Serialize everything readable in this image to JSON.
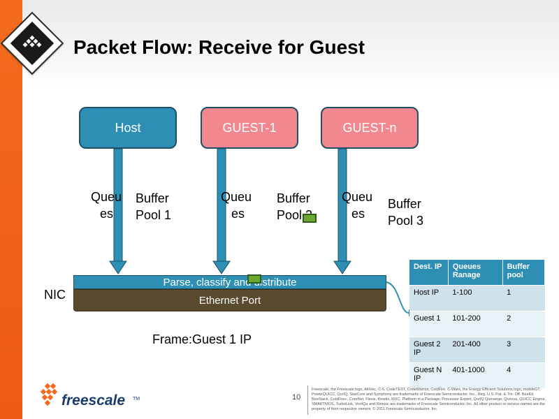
{
  "slide": {
    "title": "Packet Flow: Receive for Guest",
    "page_number": "10"
  },
  "diagram": {
    "boxes": {
      "host": "Host",
      "guest1": "GUEST-1",
      "guestn": "GUEST-n"
    },
    "queue_labels": {
      "host_line1": "Queu",
      "host_line2": "es",
      "guest1_line1": "Queu",
      "guest1_line2": "es",
      "guestn_line1": "Queu",
      "guestn_line2": "es"
    },
    "buffer_labels": {
      "pool1_line1": "Buffer",
      "pool1_line2": "Pool 1",
      "pool2_line1": "Buffer",
      "pool2_line2": "Pool 2",
      "pool3_line1": "Buffer",
      "pool3_line2": "Pool 3"
    },
    "nic_label": "NIC",
    "parse_bar": "Parse, classify and distribute",
    "ethernet_port": "Ethernet Port",
    "frame_label": "Frame:Guest 1 IP"
  },
  "table": {
    "headers": [
      "Dest. IP",
      "Queues Ranage",
      "Buffer pool"
    ],
    "rows": [
      [
        "Host IP",
        "1-100",
        "1"
      ],
      [
        "Guest 1",
        "101-200",
        "2"
      ],
      [
        "Guest 2 IP",
        "201-400",
        "3"
      ],
      [
        "Guest N IP",
        "401-1000",
        "4"
      ]
    ]
  },
  "footer": {
    "brand": "freescale",
    "tm": "TM",
    "legal": "Freescale, the Freescale logo, AltiVec, C-5, CodeTEST, CodeWarrior, ColdFire, C-Ware, the Energy Efficient Solutions logo, mobileGT, PowerQUICC, QorIQ, StarCore and Symphony are trademarks of Freescale Semiconductor, Inc., Reg. U.S. Pat. & Tm. Off. BeeKit, BeeStack, ColdFire+, CoreNet, Flexis, Kinetis, MXC, Platform in a Package, Processor Expert, QorIQ Qonverge, Qorivva, QUICC Engine, SMARTMOS, TurboLink, VortiQa and Xtrinsic are trademarks of Freescale Semiconductor, Inc. All other product or service names are the property of their respective owners. © 2011 Freescale Semiconductor, Inc."
  },
  "colors": {
    "host_blue": "#2e8fb5",
    "guest_pink": "#f2888f",
    "ethernet_brown": "#5a4b2e",
    "packet_green": "#6aa832",
    "accent_orange": "#f26b1d"
  }
}
